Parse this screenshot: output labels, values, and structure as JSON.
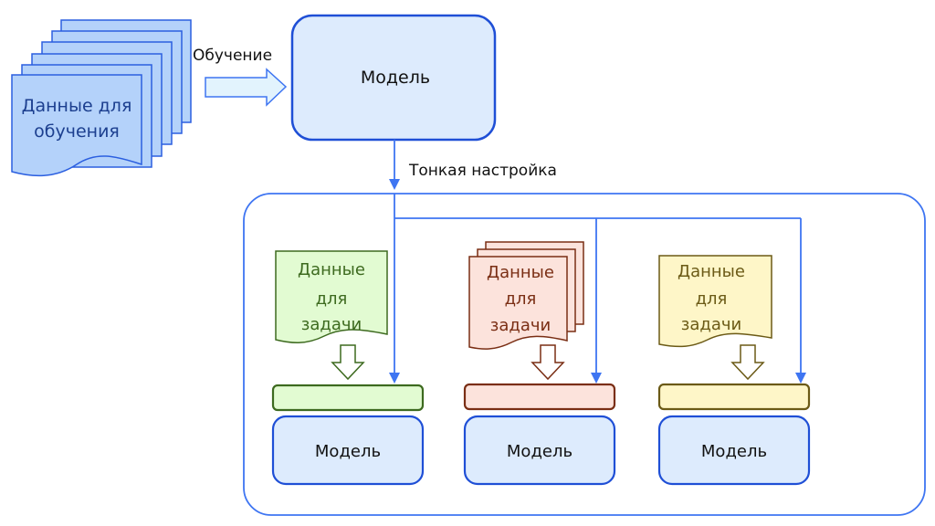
{
  "pretrain": {
    "dataset_label_line1": "Данные для",
    "dataset_label_line2": "обучения",
    "training_label": "Обучение",
    "model_label": "Модель"
  },
  "finetune": {
    "label": "Тонкая настройка",
    "tasks": [
      {
        "data_line1": "Данные",
        "data_line2": "для",
        "data_line3": "задачи",
        "model_label": "Модель",
        "stacked": false,
        "fill": "#e2fbd2",
        "stroke": "#3d6a1f",
        "text_color": "#3d6a1f"
      },
      {
        "data_line1": "Данные",
        "data_line2": "для",
        "data_line3": "задачи",
        "model_label": "Модель",
        "stacked": true,
        "fill": "#fce3dc",
        "stroke": "#7a2e14",
        "text_color": "#7a2e14"
      },
      {
        "data_line1": "Данные",
        "data_line2": "для",
        "data_line3": "задачи",
        "model_label": "Модель",
        "stacked": false,
        "fill": "#fef6c8",
        "stroke": "#6b5a16",
        "text_color": "#6b5a16"
      }
    ]
  },
  "colors": {
    "accent_blue": "#3e75f2",
    "model_fill": "#ddebfd",
    "model_stroke": "#1f4fd6",
    "dataset_fill": "#b4d2fa",
    "dataset_stroke": "#2b5fe0",
    "dataset_text": "#1c3f8f",
    "arrow_fill": "#e2f3fd"
  }
}
